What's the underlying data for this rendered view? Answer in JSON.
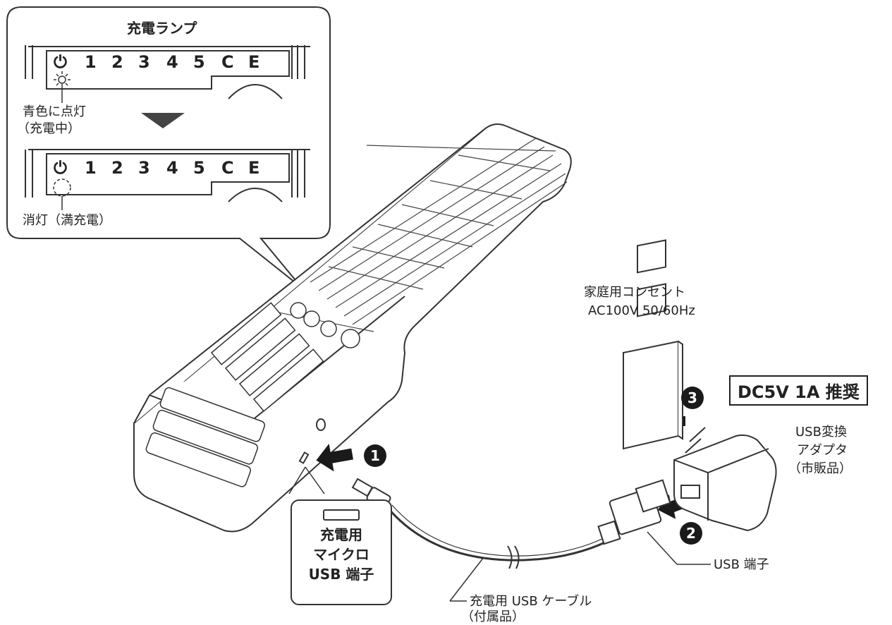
{
  "callout": {
    "title": "充電ランプ",
    "lamp_labels": [
      "1",
      "2",
      "3",
      "4",
      "5",
      "C",
      "E"
    ],
    "power_icon": "power-icon",
    "state_on": {
      "line1": "青色に点灯",
      "line2": "（充電中）"
    },
    "state_off": "消灯（満充電）"
  },
  "outlet": {
    "line1": "家庭用コンセント",
    "line2": "AC100V 50/60Hz"
  },
  "spec_box": "DC5V 1A  推奨",
  "adapter": {
    "line1": "USB変換",
    "line2": "アダプタ",
    "line3": "（市販品）"
  },
  "usb_terminal": "USB 端子",
  "cable": {
    "line1": "充電用 USB ケーブル",
    "line2": "（付属品）"
  },
  "port_card": {
    "line1": "充電用",
    "line2": "マイクロ",
    "line3": "USB 端子"
  },
  "steps": [
    "1",
    "2",
    "3"
  ],
  "colors": {
    "ink": "#222222",
    "badge": "#1a1a1a",
    "line": "#333333"
  }
}
